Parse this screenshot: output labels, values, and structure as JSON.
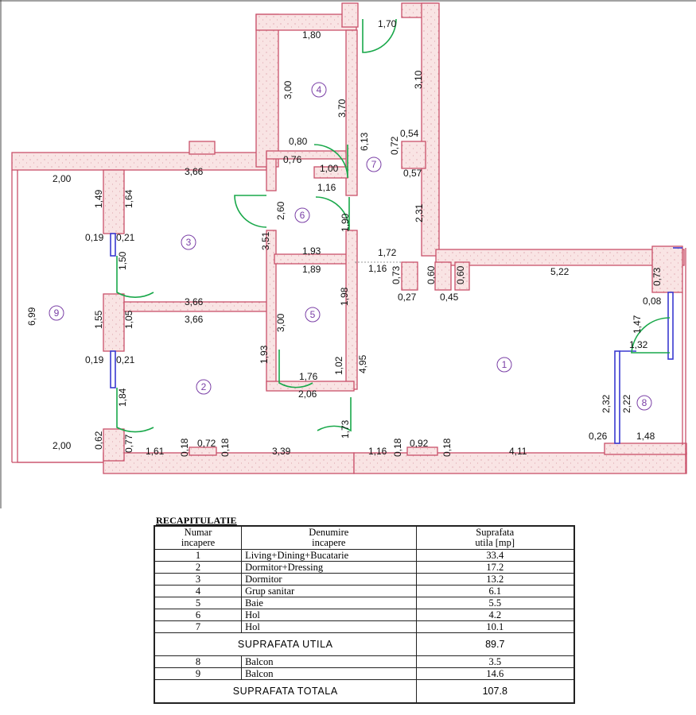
{
  "dimensions": {
    "d1_80": "1,80",
    "d1_70": "1,70",
    "d3_00a": "3,00",
    "d3_70": "3,70",
    "d3_10": "3,10",
    "d0_80": "0,80",
    "d0_76": "0,76",
    "d1_00": "1,00",
    "d1_16a": "1,16",
    "d6_13": "6,13",
    "d0_54": "0,54",
    "d0_72a": "0,72",
    "d0_57": "0,57",
    "d2_00a": "2,00",
    "d3_66a": "3,66",
    "d1_49": "1,49",
    "d1_64": "1,64",
    "d2_60": "2,60",
    "d1_90": "1,90",
    "d2_31": "2,31",
    "d0_19a": "0,19",
    "d0_21a": "0,21",
    "d1_50": "1,50",
    "d3_51": "3,51",
    "d1_93a": "1,93",
    "d1_72": "1,72",
    "d1_16b": "1,16",
    "d0_73a": "0,73",
    "d0_60a": "0,60",
    "d0_60b": "0,60",
    "d5_22": "5,22",
    "d0_73b": "0,73",
    "d1_89": "1,89",
    "d0_27": "0,27",
    "d0_45": "0,45",
    "d0_08": "0,08",
    "d6_99": "6,99",
    "d3_66b": "3,66",
    "d1_98": "1,98",
    "d3_66c": "3,66",
    "d1_55": "1,55",
    "d1_05": "1,05",
    "d3_00b": "3,00",
    "d1_47": "1,47",
    "d1_93b": "1,93",
    "d1_32": "1,32",
    "d0_19b": "0,19",
    "d0_21b": "0,21",
    "d1_02": "1,02",
    "d4_95": "4,95",
    "d1_76": "1,76",
    "d1_84": "1,84",
    "d2_06": "2,06",
    "d2_32": "2,32",
    "d2_22": "2,22",
    "d1_73": "1,73",
    "d2_00b": "2,00",
    "d0_62": "0,62",
    "d0_77": "0,77",
    "d0_18a": "0,18",
    "d0_72b": "0,72",
    "d0_18b": "0,18",
    "d1_61": "1,61",
    "d3_39": "3,39",
    "d1_16c": "1,16",
    "d0_18c": "0,18",
    "d0_92": "0,92",
    "d0_18d": "0,18",
    "d4_11": "4,11",
    "d0_26": "0,26",
    "d1_48": "1,48"
  },
  "room_labels": {
    "r1": "1",
    "r2": "2",
    "r3": "3",
    "r4": "4",
    "r5": "5",
    "r6": "6",
    "r7": "7",
    "r8": "8",
    "r9": "9"
  },
  "recap": {
    "title": "RECAPITULATIE",
    "headers": {
      "col1": "Numar\nincapere",
      "col2": "Denumire\nincapere",
      "col3": "Suprafata\nutila [mp]"
    },
    "rows": [
      {
        "nr": "1",
        "name": "Living+Dining+Bucatarie",
        "area": "33.4"
      },
      {
        "nr": "2",
        "name": "Dormitor+Dressing",
        "area": "17.2"
      },
      {
        "nr": "3",
        "name": "Dormitor",
        "area": "13.2"
      },
      {
        "nr": "4",
        "name": "Grup sanitar",
        "area": "6.1"
      },
      {
        "nr": "5",
        "name": "Baie",
        "area": "5.5"
      },
      {
        "nr": "6",
        "name": "Hol",
        "area": "4.2"
      },
      {
        "nr": "7",
        "name": "Hol",
        "area": "10.1"
      }
    ],
    "utila_label": "SUPRAFATA UTILA",
    "utila_value": "89.7",
    "balcony_rows": [
      {
        "nr": "8",
        "name": "Balcon",
        "area": "3.5"
      },
      {
        "nr": "9",
        "name": "Balcon",
        "area": "14.6"
      }
    ],
    "totala_label": "SUPRAFATA TOTALA",
    "totala_value": "107.8"
  }
}
